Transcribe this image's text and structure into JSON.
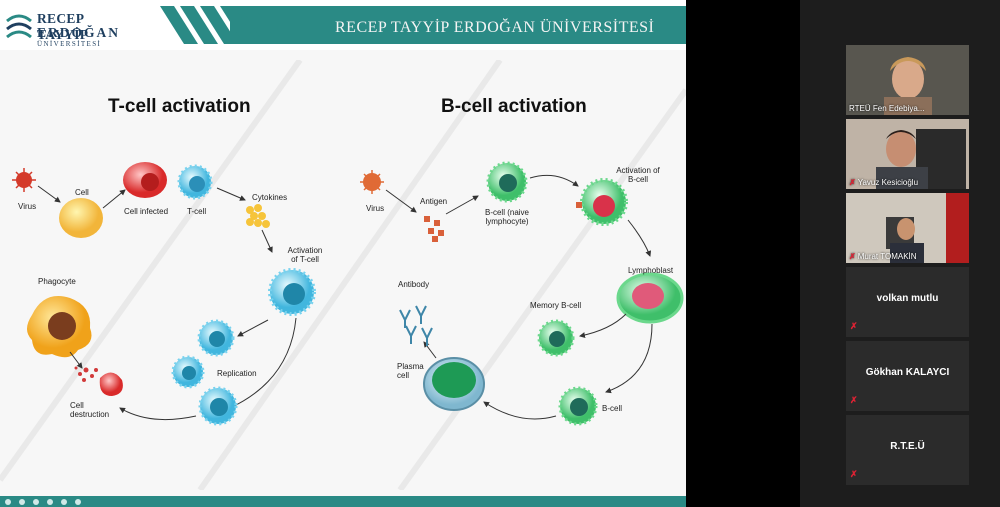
{
  "slide": {
    "logo": {
      "line1": "RECEP TAYYİP",
      "line2": "ERDOĞAN",
      "line3": "ÜNİVERSİTESİ"
    },
    "banner": "RECEP TAYYİP ERDOĞAN ÜNİVERSİTESİ",
    "t_cell": {
      "title": "T-cell activation",
      "labels": [
        "Virus",
        "Cell",
        "Cell infected",
        "T-cell",
        "Cytokines",
        "Activation of T-cell",
        "Replication",
        "Phagocyte",
        "Cell destruction"
      ]
    },
    "b_cell": {
      "title": "B-cell activation",
      "labels": [
        "Virus",
        "Antigen",
        "B-cell (naive lymphocyte)",
        "Activation of B-cell",
        "Lymphoblast",
        "Memory B-cell",
        "Antibody",
        "Plasma cell",
        "B-cell"
      ]
    }
  },
  "participants": [
    {
      "name": "RTEÜ Fen Edebiya...",
      "video": true,
      "active": true,
      "muted": false
    },
    {
      "name": "Yavuz Kesicioğlu",
      "video": true,
      "active": false,
      "muted": true
    },
    {
      "name": "Murat TOMAKİN",
      "video": true,
      "active": false,
      "muted": true
    },
    {
      "name": "volkan mutlu",
      "video": false,
      "active": false,
      "muted": true
    },
    {
      "name": "Gökhan KALAYCI",
      "video": false,
      "active": false,
      "muted": true
    },
    {
      "name": "R.T.E.Ü",
      "video": false,
      "active": false,
      "muted": true
    }
  ],
  "colors": {
    "teal": "#2a8a85",
    "active_border": "#e6e41f",
    "mic_muted": "#dd2233"
  },
  "icons": {
    "muted": "mic-off-icon"
  }
}
